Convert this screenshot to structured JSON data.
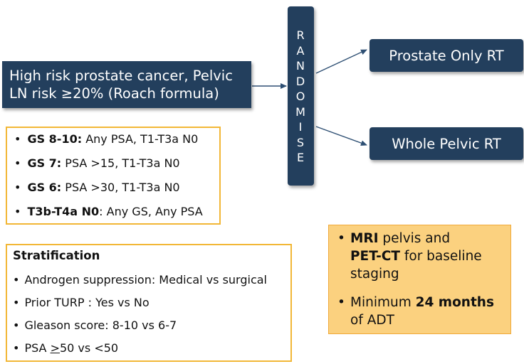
{
  "eligibility": {
    "line1": "High risk prostate cancer, Pelvic",
    "line2": "LN risk ≥20% (Roach formula)"
  },
  "randomise": {
    "letters": [
      "R",
      "A",
      "N",
      "D",
      "O",
      "M",
      "I",
      "S",
      "E"
    ]
  },
  "arms": {
    "arm1": "Prostate Only RT",
    "arm2": "Whole Pelvic RT"
  },
  "criteria": [
    {
      "bold": "GS 8-10:",
      "rest": " Any PSA, T1-T3a N0"
    },
    {
      "bold": "GS 7:",
      "rest": " PSA >15, T1-T3a N0"
    },
    {
      "bold": "GS 6:",
      "rest": " PSA >30, T1-T3a N0"
    },
    {
      "bold": "T3b-T4a N0",
      "rest": ": Any GS, Any PSA"
    }
  ],
  "stratification": {
    "title": "Stratification",
    "items": [
      "Androgen suppression: Medical vs surgical",
      "Prior TURP : Yes vs No",
      "Gleason score: 8-10 vs 6-7"
    ],
    "psa_pre": "PSA ",
    "psa_underlined": ">",
    "psa_post": "50 vs <50"
  },
  "note": {
    "item1_bold1": "MRI",
    "item1_text1": " pelvis and",
    "item1_bold2": "PET-CT",
    "item1_text2": " for baseline",
    "item1_text3": "staging",
    "item2_text1": "Minimum ",
    "item2_bold": "24 months",
    "item2_text2": "of ADT"
  },
  "colors": {
    "navy": "#233f5d",
    "gold_border": "#f2b736",
    "note_fill": "#fbd17f",
    "arrow": "#2e4f73"
  }
}
